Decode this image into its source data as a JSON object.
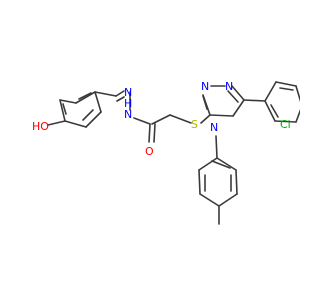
{
  "molecule": {
    "atoms": {
      "hydroxyl": "HO",
      "imine_n": "N",
      "hydrazide_nh": "N",
      "hydrazide_h": "H",
      "carbonyl_o": "O",
      "thioether_s": "S",
      "triazole_n1": "N",
      "triazole_n2": "N",
      "triazole_n4": "N",
      "chlorine": "Cl"
    },
    "colors": {
      "bond": "#3a3a3a",
      "oxygen": "#ff0000",
      "nitrogen": "#0000ff",
      "sulfur": "#b5b500",
      "chlorine": "#00b000",
      "background": "#ffffff"
    }
  }
}
